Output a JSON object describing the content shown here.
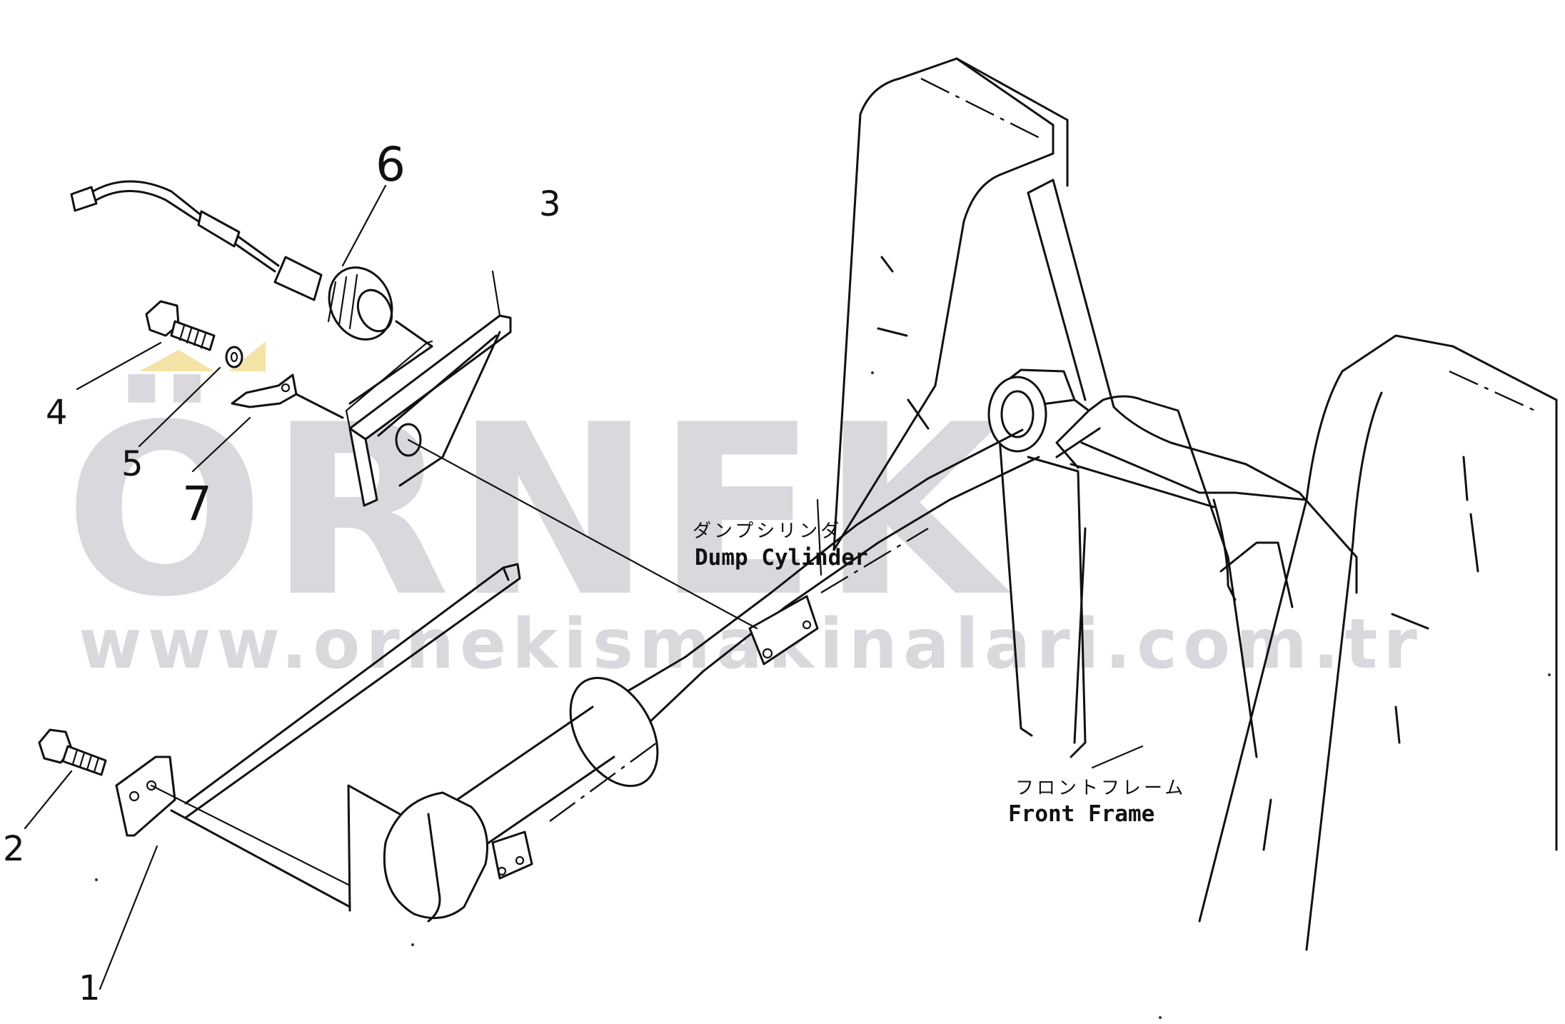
{
  "watermark": {
    "word": "ÖRNEK",
    "url": "www.ornekismakinalari.com.tr"
  },
  "callouts": {
    "c1": "1",
    "c2": "2",
    "c3": "3",
    "c4": "4",
    "c5": "5",
    "c6": "6",
    "c7": "7"
  },
  "labels": {
    "dump_cylinder_jp": "ダンプシリンダ",
    "dump_cylinder_en": "Dump Cylinder",
    "front_frame_jp": "フロントフレーム",
    "front_frame_en": "Front Frame"
  }
}
